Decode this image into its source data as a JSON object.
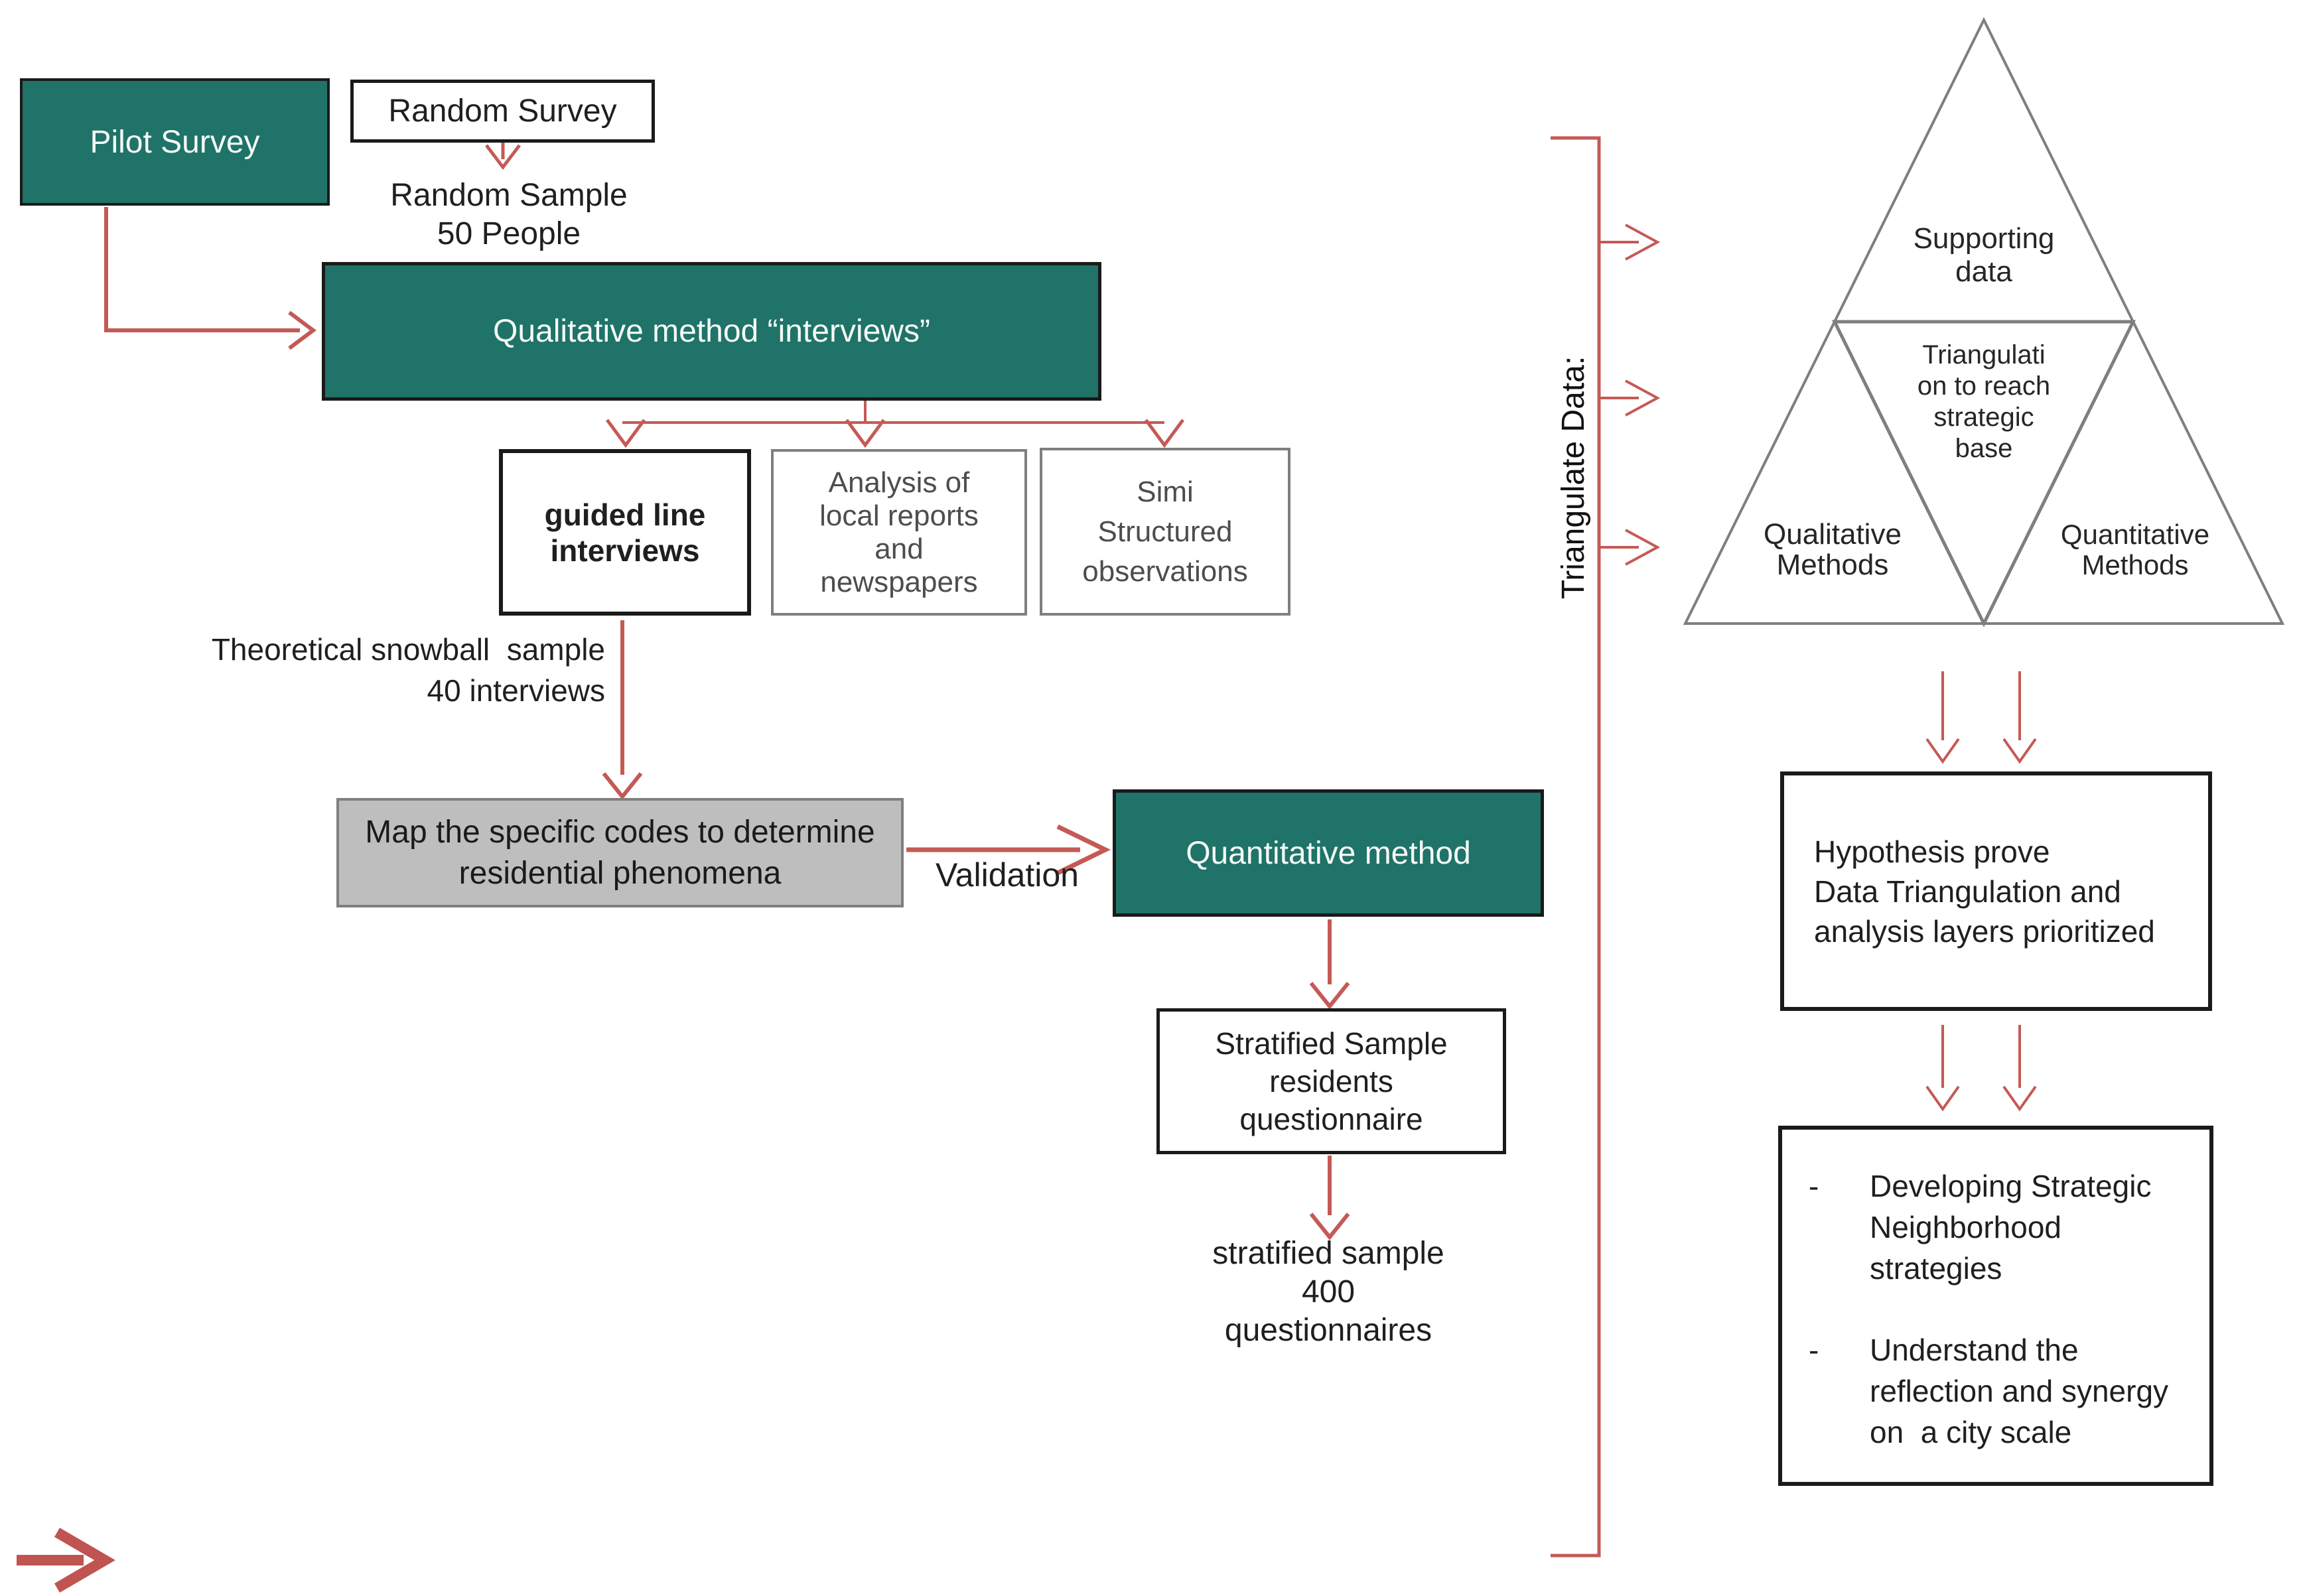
{
  "colors": {
    "teal": "#1F7368",
    "arrow_red": "#C45A56",
    "thick_red": "#BF5450",
    "black_border": "#1a1a1a",
    "gray_border": "#7f7f7f",
    "gray_fill": "#BEBEBE",
    "gray_text": "#4d4d4d",
    "text": "#1f1f1f"
  },
  "left_flow": {
    "pilot_survey": {
      "label": "Pilot Survey"
    },
    "random_survey": {
      "label": "Random Survey"
    },
    "random_sample_caption": {
      "lines": [
        "Random Sample",
        "50 People"
      ]
    },
    "qualitative_method": {
      "label": "Qualitative method “interviews”"
    },
    "guided_line": {
      "lines": [
        "guided line",
        "interviews"
      ]
    },
    "analysis": {
      "lines": [
        "Analysis of",
        "local reports",
        "and",
        "newspapers"
      ]
    },
    "simi": {
      "lines": [
        "Simi",
        "Structured",
        "observations"
      ]
    },
    "snowball_caption": {
      "lines": [
        "Theoretical snowball  sample",
        "40 interviews"
      ]
    },
    "map_codes": {
      "lines": [
        "Map the specific codes to determine",
        "residential phenomena"
      ]
    },
    "validation_label": "Validation",
    "quantitative_method": {
      "label": "Quantitative method"
    },
    "stratified_box": {
      "lines": [
        "Stratified Sample",
        "residents",
        "questionnaire"
      ]
    },
    "stratified_caption": {
      "lines": [
        "stratified sample",
        "400",
        "questionnaires"
      ]
    }
  },
  "right_flow": {
    "bracket_label": "Triangulate Data:",
    "triangle": {
      "top": {
        "lines": [
          "Supporting",
          "data"
        ]
      },
      "center": {
        "lines": [
          "Triangulati",
          "on to reach",
          "strategic",
          "base"
        ]
      },
      "left": {
        "lines": [
          "Qualitative",
          "Methods"
        ]
      },
      "right": {
        "lines": [
          "Quantitative",
          "Methods"
        ]
      }
    },
    "hypothesis_box": {
      "lines": [
        "Hypothesis prove",
        "Data Triangulation and",
        "analysis layers prioritized"
      ]
    },
    "strategy_box": {
      "bullet": "-",
      "items": [
        {
          "lines": [
            "Developing Strategic",
            "Neighborhood",
            "strategies"
          ]
        },
        {
          "lines": [
            "Understand the",
            "reflection and synergy",
            "on  a city scale"
          ]
        }
      ]
    }
  }
}
